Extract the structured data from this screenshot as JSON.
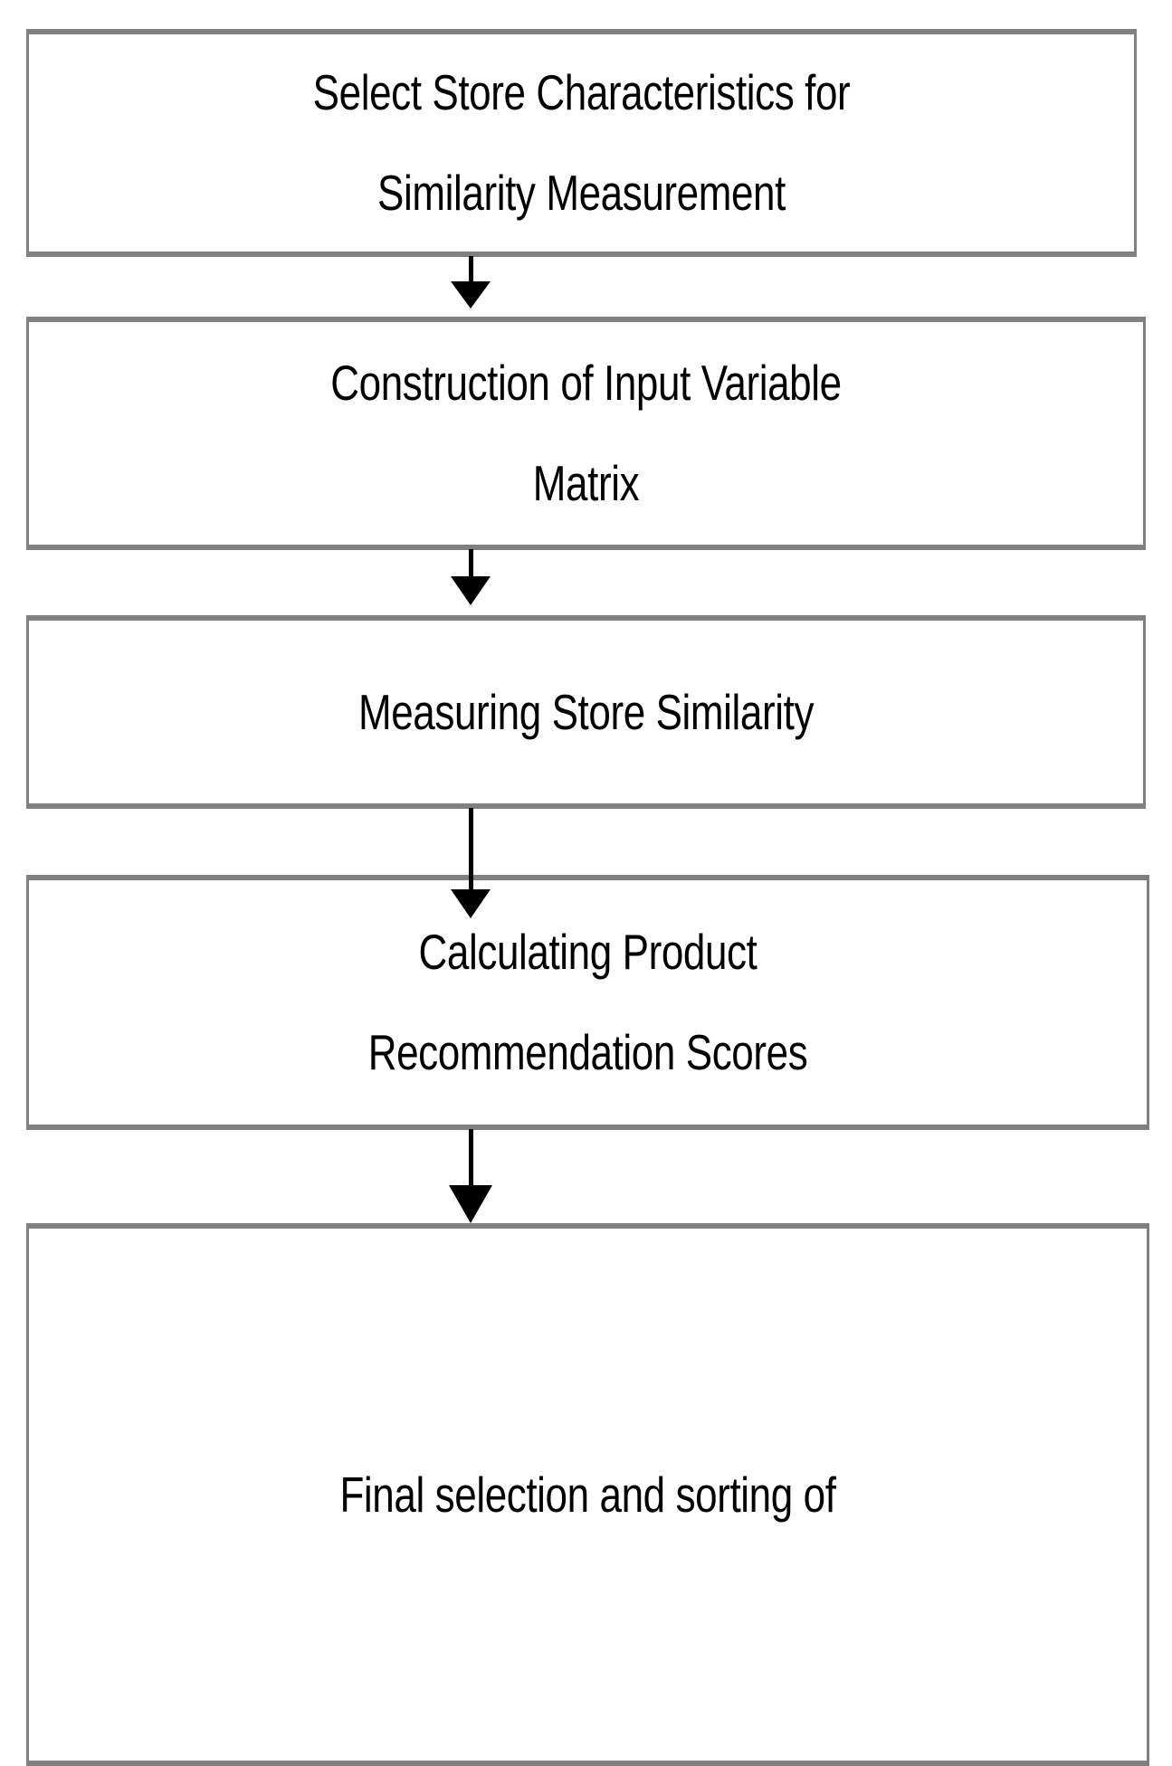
{
  "diagram": {
    "title": "Store Similarity Product Recommendation Process Flowchart",
    "orientation": "top-to-bottom",
    "colors": {
      "box_border": "#808080",
      "box_fill": "#ffffff",
      "text": "#000000",
      "connector": "#000000",
      "background": "#ffffff"
    },
    "nodes": [
      {
        "id": "select-store-characteristics",
        "lines": [
          "Select Store Characteristics for",
          "Similarity Measurement"
        ]
      },
      {
        "id": "construction-of-input-variable-matrix",
        "lines": [
          "Construction of Input Variable",
          "Matrix"
        ]
      },
      {
        "id": "measuring-store-similarity",
        "lines": [
          "Measuring Store Similarity"
        ]
      },
      {
        "id": "calculating-product-recommendation-scores",
        "lines": [
          "Calculating Product",
          "Recommendation Scores"
        ]
      },
      {
        "id": "final-selection-and-sorting",
        "lines": [
          "Final selection and sorting of"
        ]
      }
    ],
    "connectors": [
      {
        "id": "arrow-1",
        "from": "select-store-characteristics",
        "to": "construction-of-input-variable-matrix",
        "shape": "down-arrow"
      },
      {
        "id": "arrow-2",
        "from": "construction-of-input-variable-matrix",
        "to": "measuring-store-similarity",
        "shape": "down-arrow"
      },
      {
        "id": "arrow-3",
        "from": "measuring-store-similarity",
        "to": "calculating-product-recommendation-scores",
        "shape": "down-arrow"
      },
      {
        "id": "arrow-4",
        "from": "calculating-product-recommendation-scores",
        "to": "final-selection-and-sorting",
        "shape": "down-arrow"
      }
    ]
  }
}
